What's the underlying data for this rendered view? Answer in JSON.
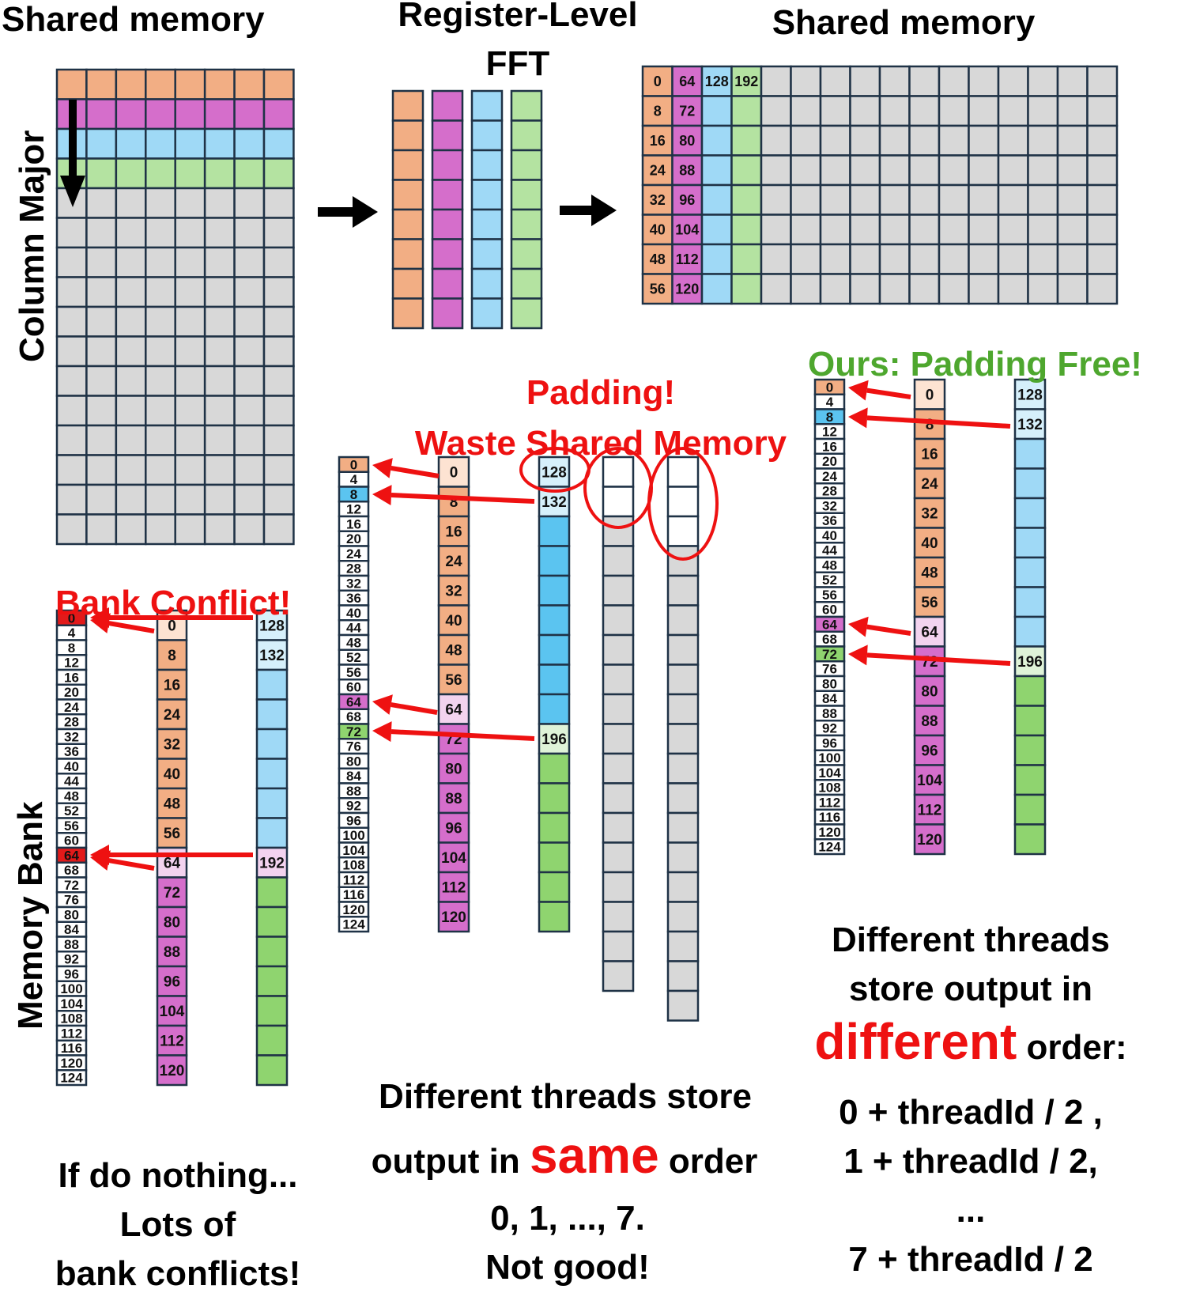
{
  "titles": {
    "shared_memory_left": "Shared memory",
    "register_level_fft_line1": "Register-Level",
    "register_level_fft_line2": "FFT",
    "shared_memory_right": "Shared memory",
    "column_major": "Column Major",
    "memory_bank": "Memory Bank"
  },
  "callouts": {
    "bank_conflict": "Bank Conflict!",
    "padding_line1": "Padding!",
    "padding_line2": "Waste Shared Memory",
    "ours_padding_free": "Ours: Padding Free!"
  },
  "captions": {
    "left": [
      "If do nothing...",
      "Lots of",
      "bank conflicts!"
    ],
    "middle": {
      "line1": "Different threads store",
      "line2_pre": "output in ",
      "line2_emph": "same",
      "line2_post": " order",
      "line3": "0, 1, ..., 7.",
      "line4": "Not good!"
    },
    "right": {
      "line1": "Different threads",
      "line2": "store output in",
      "line3_emph": "different",
      "line3_post": " order:",
      "line4": "0 +  threadId / 2 ,",
      "line5": "1 + threadId / 2,",
      "line6": "...",
      "line7": "7 + threadId / 2"
    }
  },
  "shared_memory_output": {
    "col0_labels": [
      "0",
      "8",
      "16",
      "24",
      "32",
      "40",
      "48",
      "56"
    ],
    "col1_labels": [
      "64",
      "72",
      "80",
      "88",
      "96",
      "104",
      "112",
      "120"
    ],
    "row0_extra": [
      "128",
      "192"
    ]
  },
  "bank_index_labels": [
    "0",
    "4",
    "8",
    "12",
    "16",
    "20",
    "24",
    "28",
    "32",
    "36",
    "40",
    "44",
    "48",
    "52",
    "56",
    "60",
    "64",
    "68",
    "72",
    "76",
    "80",
    "84",
    "88",
    "92",
    "96",
    "100",
    "104",
    "108",
    "112",
    "116",
    "120",
    "124"
  ],
  "thread_column_labels": [
    "0",
    "8",
    "16",
    "24",
    "32",
    "40",
    "48",
    "56",
    "64",
    "72",
    "80",
    "88",
    "96",
    "104",
    "112",
    "120"
  ],
  "bank_conflict_panel": {
    "blue_labels": [
      "128",
      "132"
    ],
    "green_label": "192"
  },
  "padding_panel": {
    "blue_labels": [
      "128",
      "132"
    ],
    "green_label": "196"
  },
  "ours_panel": {
    "blue_labels": [
      "128",
      "132"
    ],
    "green_label": "196"
  },
  "colors": {
    "orange": "#f2ae84",
    "magenta": "#d56ecb",
    "light_blue": "#9fd9f6",
    "green": "#b4e3a1",
    "gray": "#d8d8d8",
    "grid_line": "#1f3246",
    "bank_red": "#e21a1a",
    "pad_blue": "#5bc4f0",
    "pad_green": "#8fd46f",
    "light_orange": "#fde3d2",
    "light_magenta": "#f3d3ef",
    "light_cyan": "#d6f0fb",
    "light_green": "#dff3d8",
    "arrow_red": "#ee1111"
  }
}
